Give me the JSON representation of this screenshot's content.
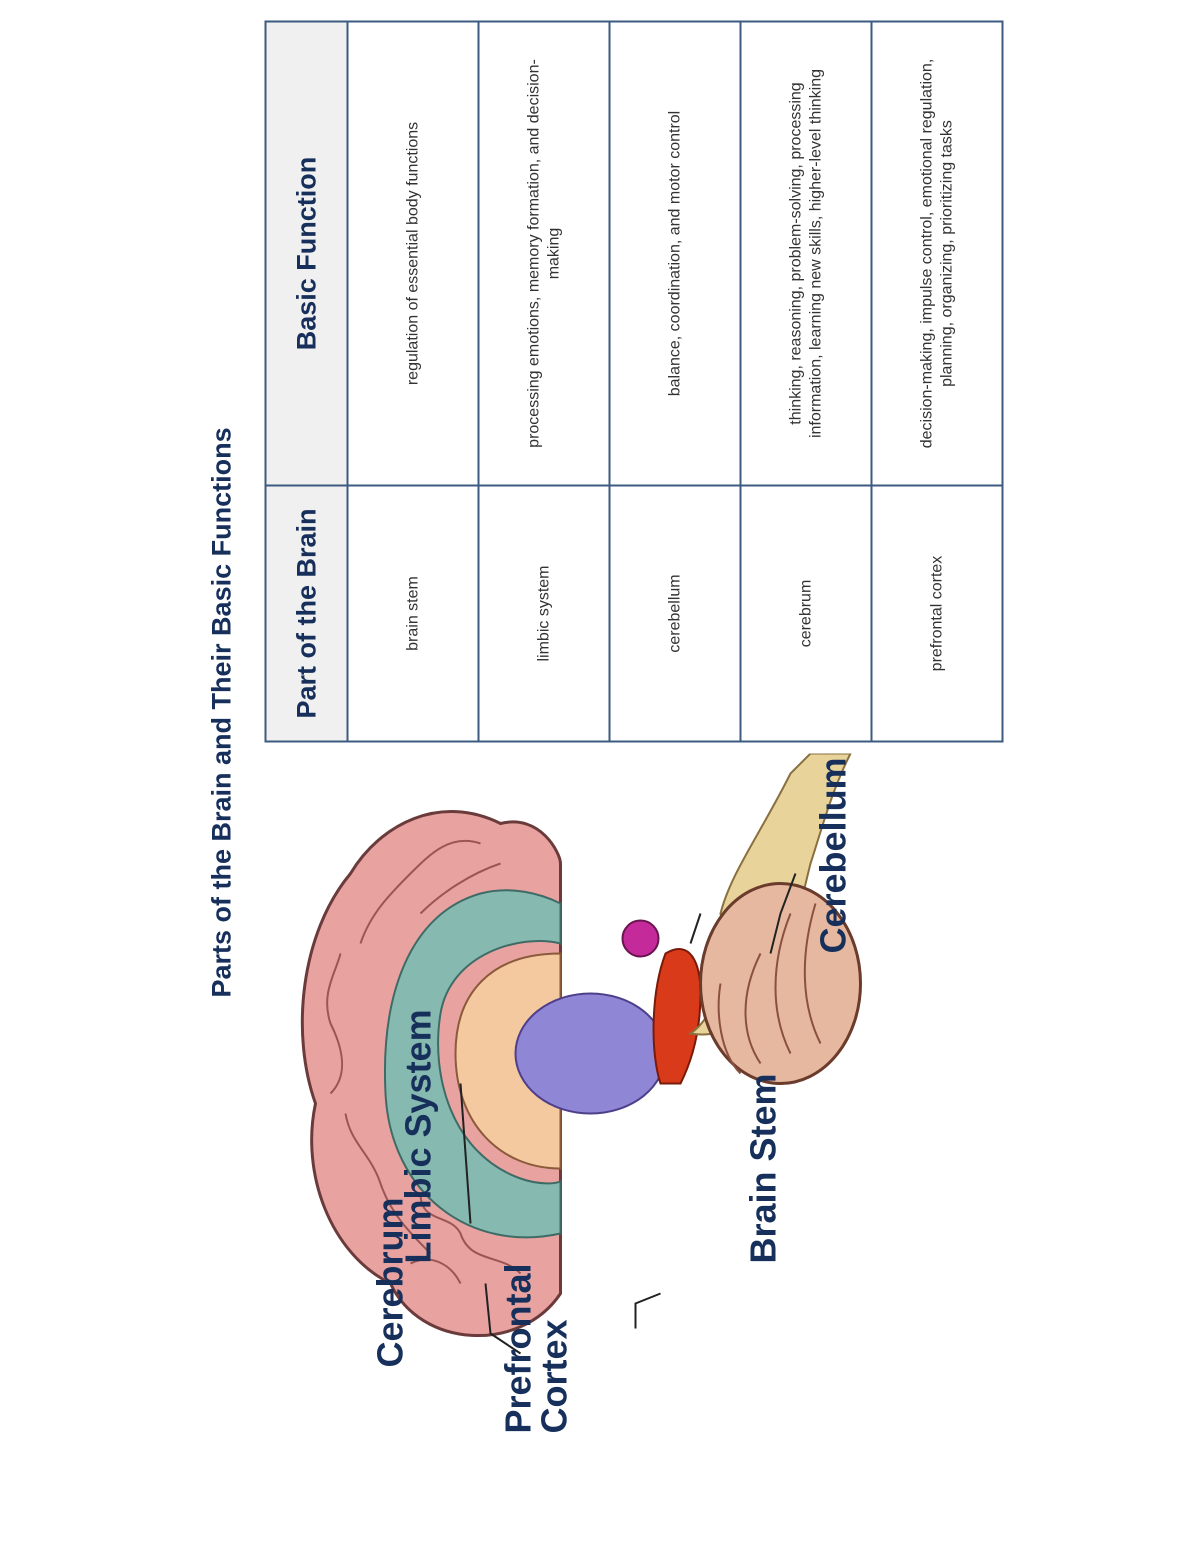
{
  "title": "Parts of the Brain and Their Basic Functions",
  "diagram": {
    "labels": {
      "limbic_system": "Limbic System",
      "cerebellum": "Cerebellum",
      "cerebrum": "Cerebrum",
      "brain_stem": "Brain Stem",
      "prefrontal_cortex_line1": "Prefrontal",
      "prefrontal_cortex_line2": "Cortex"
    }
  },
  "table": {
    "headers": [
      "Part of the Brain",
      "Basic Function"
    ],
    "rows": [
      {
        "part": "brain stem",
        "function": "regulation of essential body functions"
      },
      {
        "part": "limbic system",
        "function": "processing emotions, memory formation, and decision-making"
      },
      {
        "part": "cerebellum",
        "function": "balance, coordination, and motor control"
      },
      {
        "part": "cerebrum",
        "function": "thinking, reasoning, problem-solving, processing information, learning new skills, higher-level thinking"
      },
      {
        "part": "prefrontal cortex",
        "function": "decision-making, impulse control, emotional regulation, planning, organizing, prioritizing tasks"
      }
    ]
  },
  "colors": {
    "heading": "#17305b",
    "table_border": "#3d5a80",
    "header_bg": "#f0f0f0"
  }
}
